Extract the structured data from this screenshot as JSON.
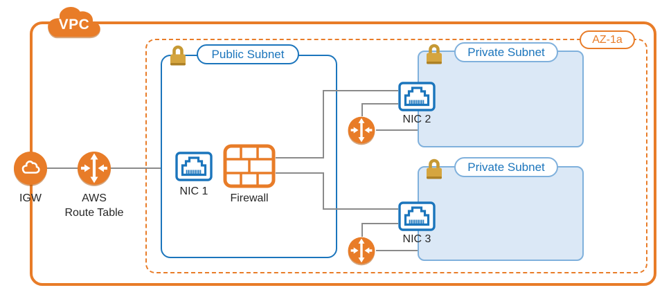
{
  "vpc": {
    "label": "VPC"
  },
  "availability_zone": {
    "label": "AZ-1a"
  },
  "igw": {
    "label": "IGW"
  },
  "route_table": {
    "label": "AWS\nRoute Table"
  },
  "public_subnet": {
    "label": "Public Subnet"
  },
  "private_subnet_1": {
    "label": "Private Subnet"
  },
  "private_subnet_2": {
    "label": "Private Subnet"
  },
  "nic_1": {
    "label": "NIC 1"
  },
  "nic_2": {
    "label": "NIC 2"
  },
  "nic_3": {
    "label": "NIC 3"
  },
  "firewall": {
    "label": "Firewall"
  },
  "icons": {
    "vpc_cloud": "vpc-cloud-icon",
    "igw": "internet-gateway-cloud-icon",
    "route_table": "router-arrows-icon",
    "nic": "ethernet-port-icon",
    "firewall": "brick-wall-icon",
    "lock": "padlock-icon"
  },
  "colors": {
    "orange": "#E87C28",
    "blue": "#1B75BC",
    "private_subnet_border": "#7FB0DC",
    "private_subnet_fill": "#DBE8F6",
    "lock_gold": "#D5A53F",
    "lock_gold_dark": "#AD8126",
    "line_gray": "#8A8A8A",
    "label_text": "#262626"
  }
}
